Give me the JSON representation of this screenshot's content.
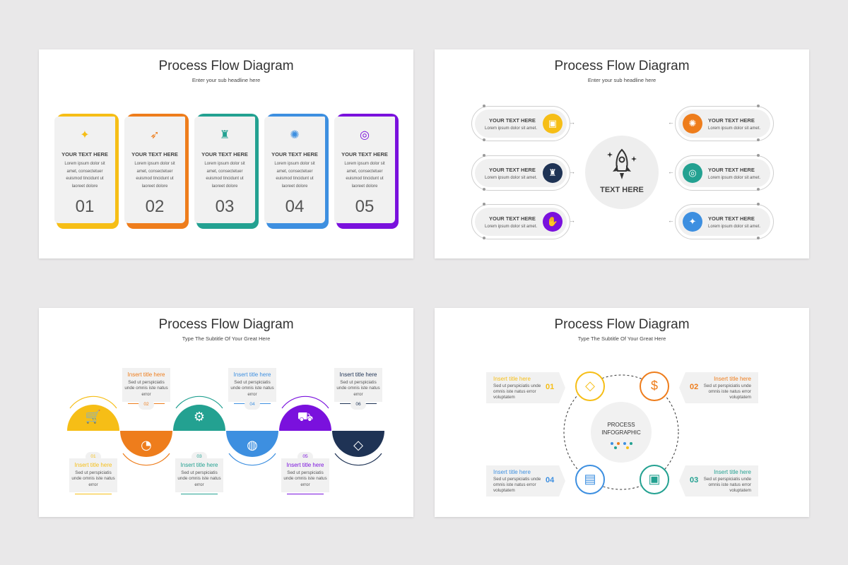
{
  "colors": {
    "yellow": "#f6be16",
    "orange": "#ee7d1c",
    "teal": "#23a191",
    "blue": "#3d8fe0",
    "purple": "#7a11dd",
    "navy": "#1f3355",
    "gray_circle": "#eeeeee"
  },
  "slide1": {
    "title": "Process Flow Diagram",
    "subtitle": "Enter your sub headline here",
    "cards": [
      {
        "icon": "puzzle-icon",
        "glyph": "✦",
        "title": "YOUR TEXT HERE",
        "body": "Lorem ipsum dolor sit amet, consectetuer euismod tincidunt ut laoreet dolore",
        "number": "01",
        "color": "#f6be16"
      },
      {
        "icon": "rocket-icon",
        "glyph": "➶",
        "title": "YOUR TEXT HERE",
        "body": "Lorem ipsum dolor sit amet, consectetuer euismod tincidunt ut laoreet dolore",
        "number": "02",
        "color": "#ee7d1c"
      },
      {
        "icon": "chess-icon",
        "glyph": "♜",
        "title": "YOUR TEXT HERE",
        "body": "Lorem ipsum dolor sit amet, consectetuer euismod tincidunt ut laoreet dolore",
        "number": "03",
        "color": "#23a191"
      },
      {
        "icon": "brain-icon",
        "glyph": "✺",
        "title": "YOUR TEXT HERE",
        "body": "Lorem ipsum dolor sit amet, consectetuer euismod tincidunt ut laoreet dolore",
        "number": "04",
        "color": "#3d8fe0"
      },
      {
        "icon": "target-icon",
        "glyph": "◎",
        "title": "YOUR TEXT HERE",
        "body": "Lorem ipsum dolor sit amet, consectetuer euismod tincidunt ut laoreet dolore",
        "number": "05",
        "color": "#7a11dd"
      }
    ]
  },
  "slide2": {
    "title": "Process Flow Diagram",
    "subtitle": "Enter your sub headline here",
    "center_text": "TEXT HERE",
    "center_icon": "rocket-icon",
    "left_items": [
      {
        "title": "YOUR TEXT HERE",
        "body": "Lorem ipsum dolor sit amet.",
        "icon": "briefcase-icon",
        "glyph": "▣",
        "color": "#f6be16"
      },
      {
        "title": "YOUR TEXT HERE",
        "body": "Lorem ipsum dolor sit amet.",
        "icon": "chess-icon",
        "glyph": "♜",
        "color": "#1f3355"
      },
      {
        "title": "YOUR TEXT HERE",
        "body": "Lorem ipsum dolor sit amet.",
        "icon": "handshake-icon",
        "glyph": "✋",
        "color": "#7a11dd"
      }
    ],
    "right_items": [
      {
        "title": "YOUR TEXT HERE",
        "body": "Lorem ipsum dolor sit amet.",
        "icon": "brain-icon",
        "glyph": "✺",
        "color": "#ee7d1c"
      },
      {
        "title": "YOUR TEXT HERE",
        "body": "Lorem ipsum dolor sit amet.",
        "icon": "target-icon",
        "glyph": "◎",
        "color": "#23a191"
      },
      {
        "title": "YOUR TEXT HERE",
        "body": "Lorem ipsum dolor sit amet.",
        "icon": "puzzle-icon",
        "glyph": "✦",
        "color": "#3d8fe0"
      }
    ]
  },
  "slide3": {
    "title": "Process Flow Diagram",
    "subtitle": "Type The Subtitle Of Your Great Here",
    "steps": [
      {
        "number": "01",
        "title": "Insert title here",
        "body": "Sed ut perspiciatis unde omnis iste natus error",
        "icon": "cart-icon",
        "glyph": "🛒",
        "color": "#f6be16"
      },
      {
        "number": "02",
        "title": "Insert title here",
        "body": "Sed ut perspiciatis unde omnis iste natus error",
        "icon": "pie-chart-icon",
        "glyph": "◔",
        "color": "#ee7d1c"
      },
      {
        "number": "03",
        "title": "Insert title here",
        "body": "Sed ut perspiciatis unde omnis iste natus error",
        "icon": "gear-icon",
        "glyph": "⚙",
        "color": "#23a191"
      },
      {
        "number": "04",
        "title": "Insert title here",
        "body": "Sed ut perspiciatis unde omnis iste natus error",
        "icon": "piggy-bank-icon",
        "glyph": "◍",
        "color": "#3d8fe0"
      },
      {
        "number": "05",
        "title": "Insert title here",
        "body": "Sed ut perspiciatis unde omnis iste natus error",
        "icon": "delivery-truck-icon",
        "glyph": "⛟",
        "color": "#7a11dd"
      },
      {
        "number": "06",
        "title": "Insert title here",
        "body": "Sed ut perspiciatis unde omnis iste natus error",
        "icon": "diamond-icon",
        "glyph": "◇",
        "color": "#1f3355"
      }
    ]
  },
  "slide4": {
    "title": "Process Flow Diagram",
    "subtitle": "Type The Subtitle Of Your Great Here",
    "center_text": "PROCESS INFOGRAPHIC",
    "steps": [
      {
        "number": "01",
        "title": "Insert title here",
        "body": "Sed ut perspiciatis unde omnis iste natus error voluptatem",
        "icon": "diamond-icon",
        "glyph": "◇",
        "color": "#f6be16"
      },
      {
        "number": "02",
        "title": "Insert title here",
        "body": "Sed ut perspiciatis unde omnis iste natus error voluptatem",
        "icon": "money-icon",
        "glyph": "$",
        "color": "#ee7d1c"
      },
      {
        "number": "03",
        "title": "Insert title here",
        "body": "Sed ut perspiciatis unde omnis iste natus error voluptatem",
        "icon": "briefcase-icon",
        "glyph": "▣",
        "color": "#23a191"
      },
      {
        "number": "04",
        "title": "Insert title here",
        "body": "Sed ut perspiciatis unde omnis iste natus error voluptatem",
        "icon": "presentation-board-icon",
        "glyph": "▤",
        "color": "#3d8fe0"
      }
    ]
  }
}
